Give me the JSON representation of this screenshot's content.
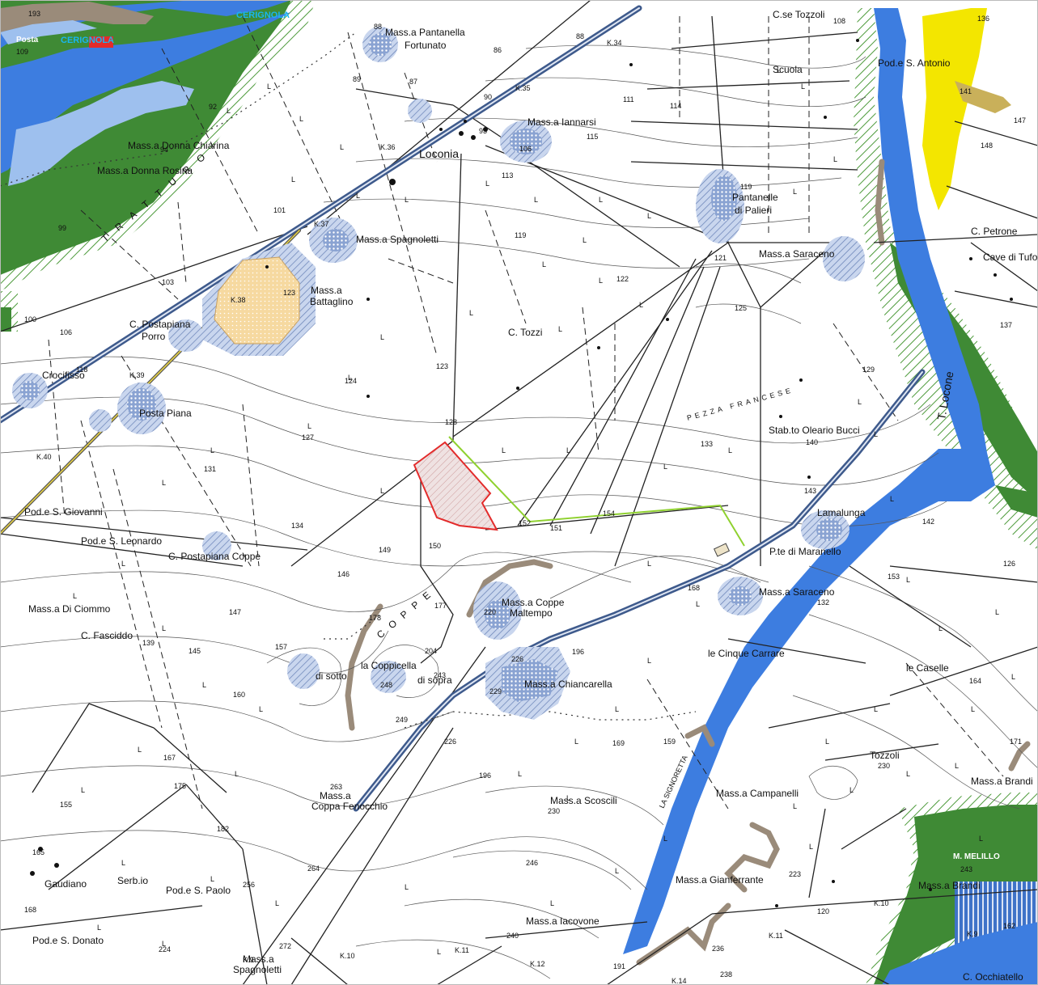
{
  "colors": {
    "hydraulic_high": "#3d7de0",
    "hydraulic_medium": "#9ec0ee",
    "woodland": "#3f8a35",
    "yellow_area": "#f3e600",
    "project_area_red": "#e32b2b",
    "cable_green": "#8fd12f",
    "orange_area": "#f6d9a0",
    "grey_slopes": "#9a8b7a",
    "settlement_hatch": "#6b84b8"
  },
  "places": {
    "cerignola_top": "CERIGNOLA",
    "cerignola_left": "CERIGNOLA",
    "posta": "Posta",
    "pantanella_fortunato_1": "Mass.a Pantanella",
    "pantanella_fortunato_2": "Fortunato",
    "iannarsi": "Mass.a Iannarsi",
    "locone_locality": "Loconia",
    "tozzoli": "C.se Tozzoli",
    "scuola": "Scuola",
    "pod_antonio": "Pod.e S. Antonio",
    "donna_chiarina": "Mass.a Donna Chiarina",
    "donna_rosina": "Mass.a Donna Rosina",
    "pantanelle_palieri_1": "Pantanelle",
    "pantanelle_palieri_2": "di Palieri",
    "spagnoletti": "Mass.a Spagnoletti",
    "petrone": "C. Petrone",
    "saraceno_top": "Mass.a Saraceno",
    "cave_tufo": "Cave di Tufo",
    "battaglino_1": "Mass.a",
    "battaglino_2": "Battaglino",
    "postapiana_porro_1": "C. Postapiana",
    "postapiana_porro_2": "Porro",
    "c_tozzi": "C. Tozzi",
    "crocifisso": "Crocifisso",
    "posta_piana": "Posta Piana",
    "stab_bucci": "Stab.to Oleario Bucci",
    "locone_river": "T. Locone",
    "pod_giovanni": "Pod.e S. Giovanni",
    "pod_leonardo": "Pod.e S. Leonardo",
    "postapiana_coppe": "C. Postapiana Coppe",
    "lamalunga": "Lamalunga",
    "ponte_maranello": "P.te di Maranello",
    "coppe_maltempo_1": "Mass.a Coppe",
    "coppe_maltempo_2": "Maltempo",
    "saraceno_mid": "Mass.a Saraceno",
    "di_ciommo": "Mass.a Di Ciommo",
    "fasciddo": "C. Fasciddo",
    "cinque_carrare": "le Cinque Carrare",
    "caselle": "le Caselle",
    "di_sotto": "di sotto",
    "coppicella": "la Coppicella",
    "di_sopra": "di sopra",
    "chiancarella": "Mass.a Chiancarella",
    "tozzoli_bottom": "Tozzoli",
    "brandi_top": "Mass.a Brandi",
    "coppa_fenocchio_1": "Mass.a",
    "coppa_fenocchio_2": "Coppa Fenocchio",
    "scoscili": "Mass.a Scoscili",
    "campanelli": "Mass.a Campanelli",
    "melillo": "M. MELILLO",
    "gaudiano": "Gaudiano",
    "serbio": "Serb.io",
    "pod_paolo": "Pod.e S. Paolo",
    "gianferrante": "Mass.a Gianferrante",
    "brandi_bottom": "Mass.a Brandi",
    "pod_donato": "Pod.e S. Donato",
    "iacovone": "Mass.a Iacovone",
    "spagnoletti_bottom_1": "Mass.a",
    "spagnoletti_bottom_2": "Spagnoletti",
    "occhiatello": "C. Occhiatello",
    "signoretti": "LA SIGNORETTA",
    "pezza_francese": "PEZZA FRANCESE",
    "tratturo_left": "TRATTURO",
    "coppe_letters": "COPPE"
  },
  "km_markers": {
    "k34": "K.34",
    "k35": "K.35",
    "k36": "K.36",
    "k37": "K.37",
    "k38": "K.38",
    "k39": "K.39",
    "k40": "K.40",
    "k9": "K.9",
    "k10": "K.10",
    "k11": "K.11",
    "k12": "K.12",
    "k14": "K.14",
    "k9r": "K.9",
    "k10r": "K.10",
    "k11r": "K.11"
  },
  "elevations": {
    "e193": "193",
    "e109": "109",
    "e88a": "88",
    "e86": "86",
    "e87": "87",
    "e89": "89",
    "e88b": "88",
    "e90": "90",
    "e93": "93",
    "e106": "106",
    "e108": "108",
    "e115": "115",
    "e111": "111",
    "e114": "114",
    "e119a": "119",
    "e119b": "119",
    "e122": "122",
    "e121": "121",
    "e123a": "123",
    "e124": "124",
    "e125": "125",
    "e123b": "123",
    "e128": "128",
    "e127": "127",
    "e131": "131",
    "e134": "134",
    "e133": "133",
    "e140": "140",
    "e143": "143",
    "e151": "151",
    "e154": "154",
    "e152": "152",
    "e150": "150",
    "e149": "149",
    "e146": "146",
    "e147": "147",
    "e145": "145",
    "e157": "157",
    "e160": "160",
    "e178": "178",
    "e177": "177",
    "e204": "204",
    "e220": "220",
    "e226a": "226",
    "e229": "229",
    "e196a": "196",
    "e168": "168",
    "e248": "248",
    "e243a": "243",
    "e249": "249",
    "e226b": "226",
    "e169": "169",
    "e159": "159",
    "e167": "167",
    "e175": "175",
    "e182": "182",
    "e155": "155",
    "e165": "165",
    "e168b": "168",
    "e263": "263",
    "e264": "264",
    "e256": "256",
    "e272": "272",
    "e246": "246",
    "e230a": "230",
    "e230b": "230",
    "e196b": "196",
    "e223": "223",
    "e243b": "243",
    "e171": "171",
    "e236": "236",
    "e240": "240",
    "e224": "224",
    "e238": "238",
    "e191": "191",
    "e99": "99",
    "e92": "92",
    "e94": "94",
    "e101": "101",
    "e103": "103",
    "e100": "100",
    "e106b": "106",
    "e118": "118",
    "e132": "132",
    "e126": "126",
    "e153": "153",
    "e164": "164",
    "e142": "142",
    "e129": "129",
    "e137": "137",
    "e147b": "147",
    "e148": "148",
    "e136": "136",
    "e141": "141",
    "e162": "162",
    "e139": "139",
    "e113": "113",
    "e120": "120"
  }
}
